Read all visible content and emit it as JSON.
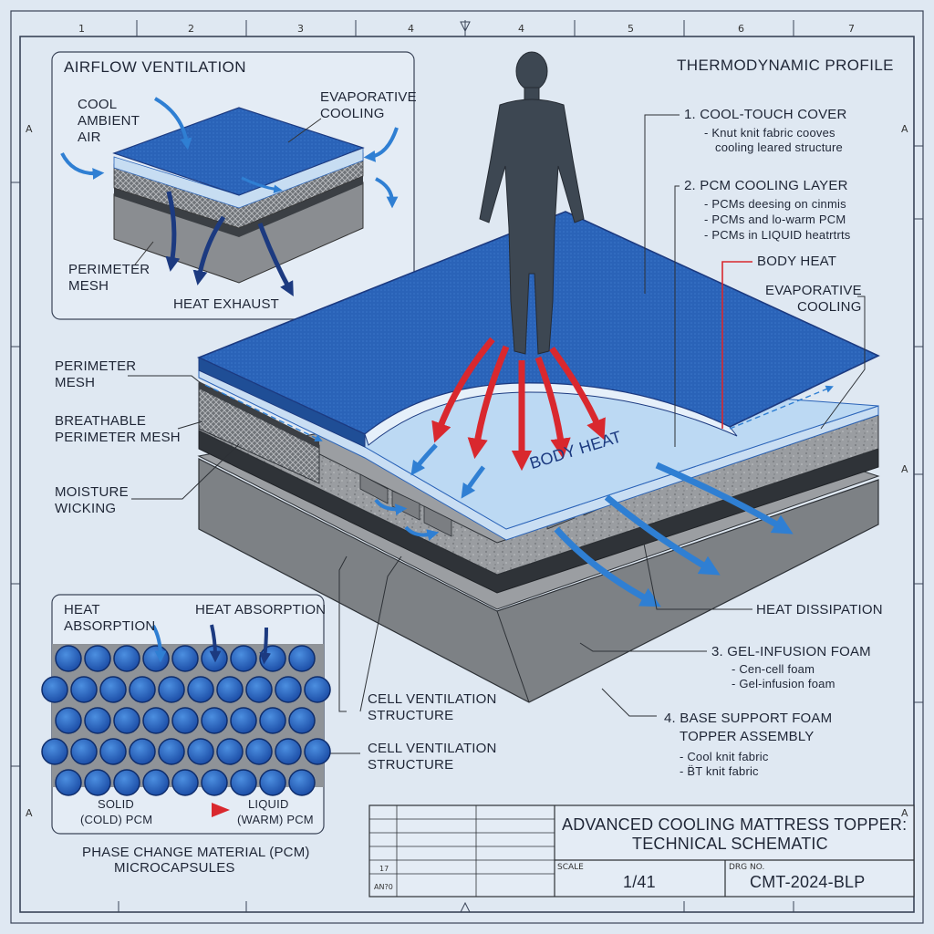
{
  "border": {
    "col_ticks": [
      "1",
      "2",
      "3",
      "4",
      "4",
      "5",
      "6",
      "7"
    ],
    "row_ticks": [
      "A",
      "A",
      "A",
      "A",
      "A"
    ]
  },
  "inset_airflow": {
    "title": "AIRFLOW VENTILATION",
    "cool_air": [
      "COOL",
      "AMBIENT",
      "AIR"
    ],
    "evaporative": [
      "EVAPORATIVE",
      "COOLING"
    ],
    "perimeter": [
      "PERIMETER",
      "MESH"
    ],
    "heat_exhaust": "HEAT EXHAUST"
  },
  "profile_title": "THERMODYNAMIC PROFILE",
  "layers": {
    "cover": {
      "title": "1. COOL-TOUCH COVER",
      "notes": [
        "- Knut knit fabric cooves",
        "cooling leared structure"
      ]
    },
    "pcm": {
      "title": "2. PCM COOLING LAYER",
      "notes": [
        "- PCMs deesing on cinmis",
        "- PCMs and lo-warm PCM",
        "- PCMs in LIQUID heatrtrts"
      ]
    },
    "gel": {
      "title": "3. GEL-INFUSION FOAM",
      "notes": [
        "- Cen-cell foam",
        "- Gel-infusion foam"
      ]
    },
    "base": {
      "title": [
        "4. BASE SUPPORT FOAM",
        "TOPPER ASSEMBLY"
      ],
      "notes": [
        "- Cool knit fabric",
        "- B̈T knit fabric"
      ]
    }
  },
  "callouts": {
    "body_heat_right": "BODY HEAT",
    "evaporative_right": [
      "EVAPORATIVE",
      "COOLING"
    ],
    "perimeter_left": [
      "PERIMETER",
      "MESH"
    ],
    "breathable": [
      "BREATHABLE",
      "PERIMETER MESH"
    ],
    "moisture": [
      "MOISTURE",
      "WICKING"
    ],
    "body_heat_center": "BODY HEAT",
    "heat_dissipation": "HEAT DISSIPATION",
    "cell_vent_1": [
      "CELL VENTILATION",
      "STRUCTURE"
    ],
    "cell_vent_2": [
      "CELL VENTILATION",
      "STRUCTURE"
    ]
  },
  "inset_pcm": {
    "heat_absorption_left": [
      "HEAT",
      "ABSORPTION"
    ],
    "heat_absorption_right": "HEAT ABSORPTION",
    "solid": [
      "SOLID",
      "(COLD) PCM"
    ],
    "liquid": [
      "LIQUID",
      "(WARM) PCM"
    ],
    "caption": [
      "PHASE CHANGE MATERIAL (PCM)",
      "MICROCAPSULES"
    ]
  },
  "title_block": {
    "title": [
      "ADVANCED COOLING MATTRESS TOPPER:",
      "TECHNICAL SCHEMATIC"
    ],
    "scale_label": "SCALE",
    "scale_value": "1/41",
    "drg_label": "DRG NO.",
    "drg_value": "CMT-2024-BLP",
    "cell_a": "17",
    "cell_b": "AN?0"
  },
  "colors": {
    "background": "#dfe8f2",
    "cover_blue": "#2a63b8",
    "pcm_light": "#bcd9f3",
    "heat_red": "#d9282e",
    "cool_blue": "#2f7fd3",
    "dark_navy": "#1c3a80",
    "foam_gray": "#8f9296",
    "base_gray": "#7d8185",
    "figure_gray": "#3d4752"
  },
  "icons": [
    "human-figure-icon",
    "heat-arrow-icon",
    "cool-air-arrow-icon",
    "microcapsule-icon"
  ]
}
